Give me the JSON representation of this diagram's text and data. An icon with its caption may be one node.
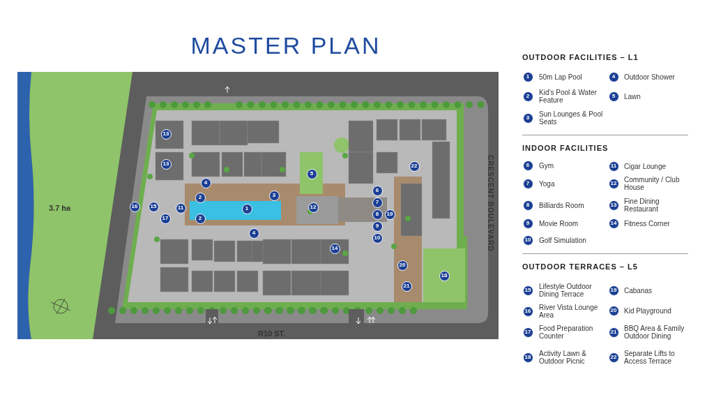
{
  "diagram": {
    "title": "MASTER PLAN",
    "labels": [
      "13",
      "13",
      "22",
      "5",
      "4",
      "6",
      "3",
      "2",
      "7",
      "16",
      "15",
      "3.7 ha",
      "11",
      "1",
      "12",
      "CRESCENT BOULEVARD",
      "8",
      "19",
      "17",
      "2",
      "9",
      "4",
      "10",
      "14",
      "20",
      "18",
      "21",
      "R10 ST.",
      "OUTDOOR FACILITIES – L1",
      "1",
      "50m Lap Pool",
      "4",
      "Outdoor Shower",
      "2",
      "Kid’s Pool & Water Feature",
      "5",
      "Lawn",
      "3",
      "Sun Lounges & Pool Seats",
      "INDOOR FACILITIES",
      "6",
      "Gym",
      "11",
      "Cigar Lounge",
      "7",
      "Yoga",
      "12",
      "Community / Club House",
      "8",
      "Billiards Room",
      "13",
      "Fine Dining Restaurant",
      "9",
      "Movie Room",
      "14",
      "Fitness Corner",
      "10",
      "Golf Simulation",
      "OUTDOOR TERRACES – L5",
      "15",
      "Lifestyle Outdoor Dining Terrace",
      "19",
      "Cabanas",
      "16",
      "River Vista Lounge Area",
      "20",
      "Kid Playground",
      "17",
      "Food Preparation Counter",
      "21",
      "BBQ Area & Family Outdoor Dining",
      "18",
      "Activity Lawn & Outdoor Picnic",
      "22",
      "Separate Lifts to Access Terrace"
    ]
  }
}
